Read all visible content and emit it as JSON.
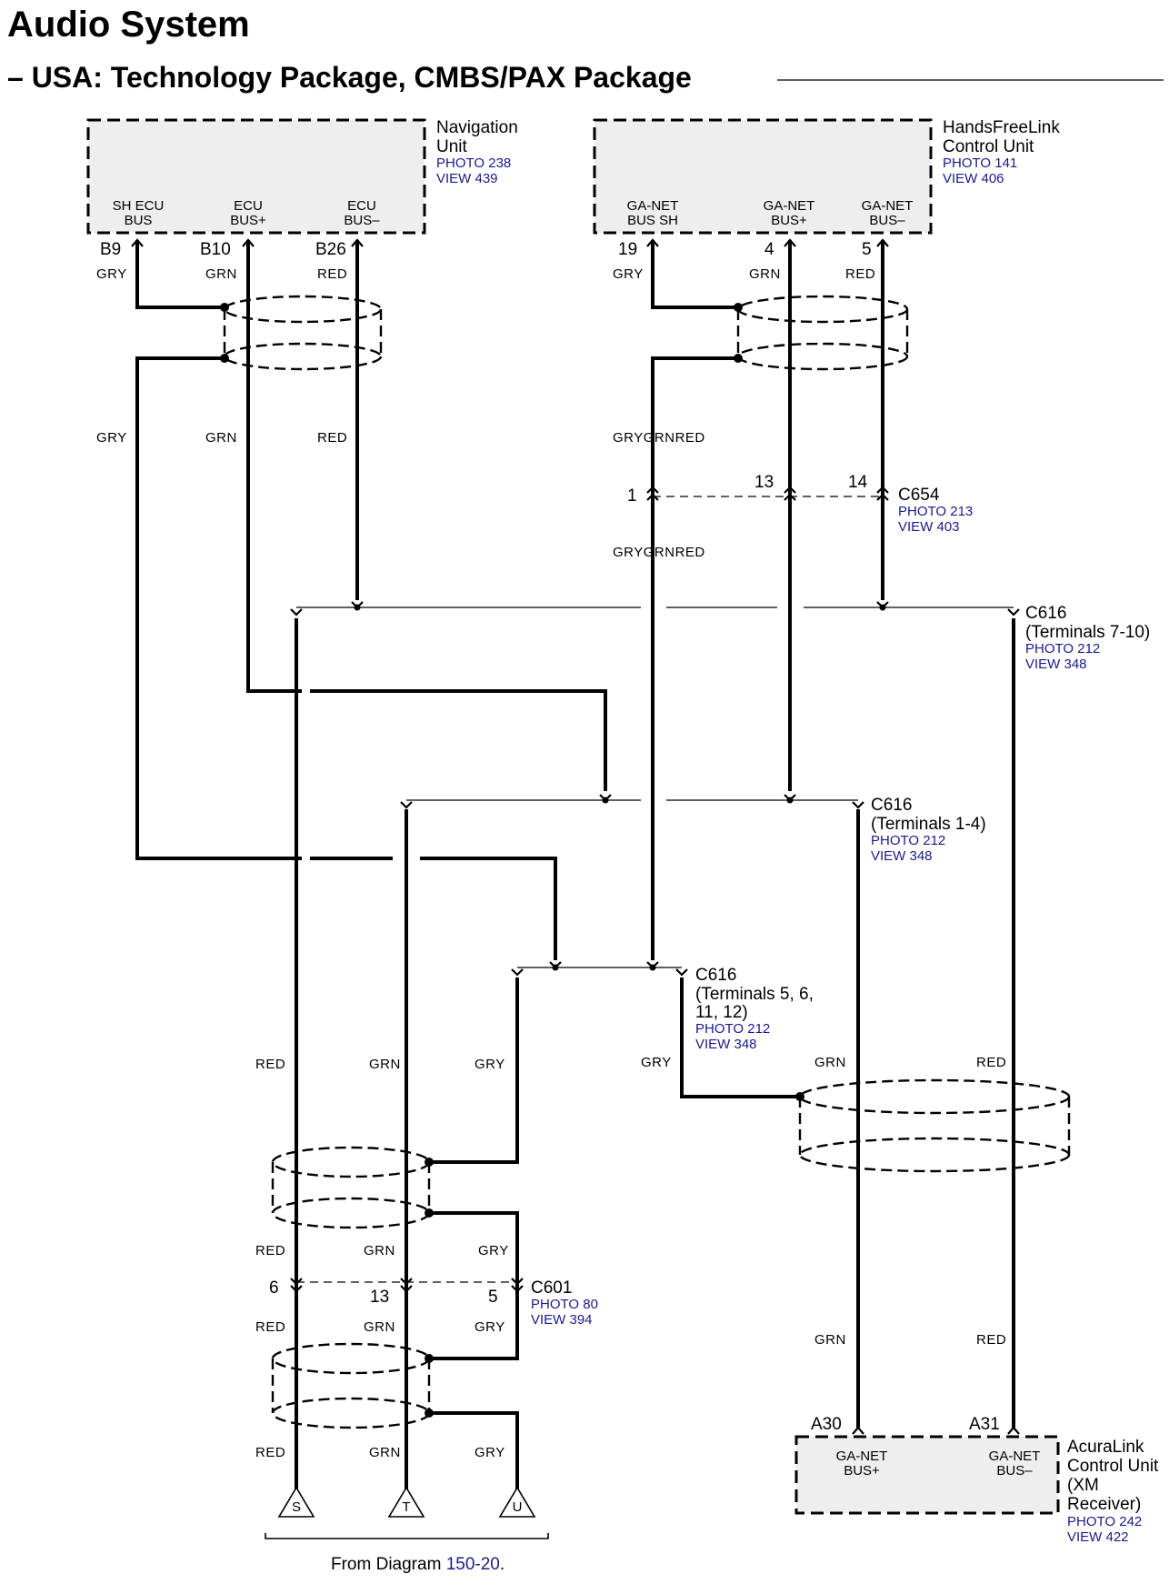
{
  "title": "Audio System",
  "subtitle": "– USA: Technology Package, CMBS/PAX Package",
  "components": {
    "nav": {
      "name_lines": [
        "Navigation",
        "Unit"
      ],
      "photo": "PHOTO 238",
      "view": "VIEW 439",
      "terminals": [
        {
          "line1": "SH ECU",
          "line2": "BUS",
          "pin": "B9",
          "wire": "GRY"
        },
        {
          "line1": "ECU",
          "line2": "BUS+",
          "pin": "B10",
          "wire": "GRN"
        },
        {
          "line1": "ECU",
          "line2": "BUS–",
          "pin": "B26",
          "wire": "RED"
        }
      ]
    },
    "hfl": {
      "name_lines": [
        "HandsFreeLink",
        "Control Unit"
      ],
      "photo": "PHOTO 141",
      "view": "VIEW 406",
      "terminals": [
        {
          "line1": "GA-NET",
          "line2": "BUS SH",
          "pin": "19",
          "wire": "GRY"
        },
        {
          "line1": "GA-NET",
          "line2": "BUS+",
          "pin": "4",
          "wire": "GRN"
        },
        {
          "line1": "GA-NET",
          "line2": "BUS–",
          "pin": "5",
          "wire": "RED"
        }
      ]
    },
    "acuralink": {
      "name_lines": [
        "AcuraLink",
        "Control Unit",
        "(XM",
        "Receiver)"
      ],
      "photo": "PHOTO 242",
      "view": "VIEW 422",
      "terminals": [
        {
          "line1": "GA-NET",
          "line2": "BUS+",
          "pin": "A30",
          "wire": "GRN"
        },
        {
          "line1": "GA-NET",
          "line2": "BUS–",
          "pin": "A31",
          "wire": "RED"
        }
      ]
    }
  },
  "connectors": {
    "c654": {
      "name": "C654",
      "photo": "PHOTO 213",
      "view": "VIEW 403",
      "pins": [
        "1",
        "13",
        "14"
      ]
    },
    "c616a": {
      "name": "C616",
      "detail": "(Terminals 7-10)",
      "photo": "PHOTO 212",
      "view": "VIEW 348"
    },
    "c616b": {
      "name": "C616",
      "detail": "(Terminals 1-4)",
      "photo": "PHOTO 212",
      "view": "VIEW 348"
    },
    "c616c": {
      "name": "C616",
      "detail_lines": [
        "(Terminals 5, 6,",
        "11, 12)"
      ],
      "photo": "PHOTO 212",
      "view": "VIEW 348"
    },
    "c601": {
      "name": "C601",
      "photo": "PHOTO 80",
      "view": "VIEW 394",
      "pins": [
        "6",
        "13",
        "5"
      ]
    }
  },
  "wire_colors": {
    "gry": "GRY",
    "grn": "GRN",
    "red": "RED",
    "grygrnred": "GRYGRNRED"
  },
  "terminals_out": [
    "S",
    "T",
    "U"
  ],
  "footer": {
    "prefix": "From Diagram ",
    "link": "150-20",
    "suffix": "."
  },
  "colors": {
    "ref_text": "#1a1a8c",
    "box_fill": "#eeeeee"
  }
}
